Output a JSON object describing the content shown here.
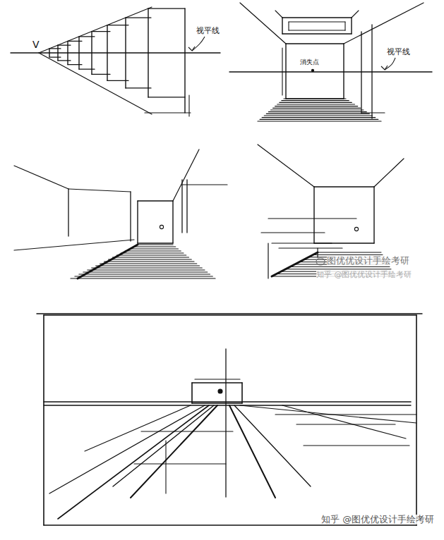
{
  "diagram": {
    "labels": [
      "V",
      "视平线",
      "消失点",
      "视平线",
      "图优优设计手绘考研",
      "知乎 @图优优设计手绘考研",
      "知乎 @图优优设计手绘考研"
    ]
  }
}
